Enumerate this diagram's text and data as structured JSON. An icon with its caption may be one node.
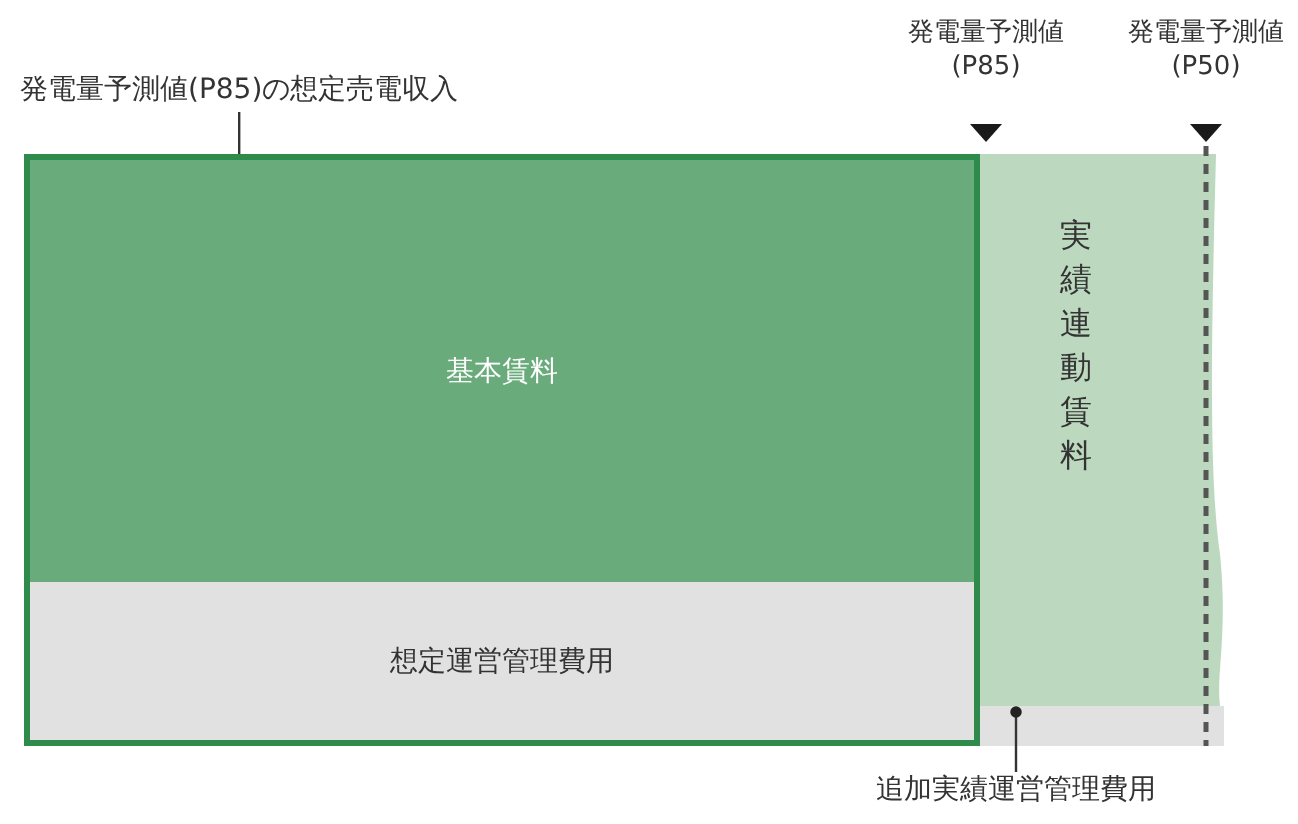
{
  "diagram": {
    "nodes": [
      {
        "text": [
          "発電量予測値(P85)の想定売電収入"
        ]
      },
      {
        "text": [],
        "shape": "box"
      },
      {
        "text": [
          "基本賃料"
        ],
        "in": 1
      },
      {
        "text": [
          "想定運営管理費用"
        ],
        "in": 1
      },
      {
        "text": [
          "実績連動賃料"
        ]
      },
      {
        "text": [],
        "shape": "box"
      },
      {
        "text": [
          "追加実績運営管理費用"
        ]
      }
    ],
    "edges": [
      {
        "from": 0,
        "to": 1,
        "arrow": "none"
      },
      {
        "from": 6,
        "to": 5,
        "arrow": "other"
      }
    ],
    "labels": [
      "発電量予測値 (P85)",
      "発電量予測値 (P50)"
    ]
  }
}
